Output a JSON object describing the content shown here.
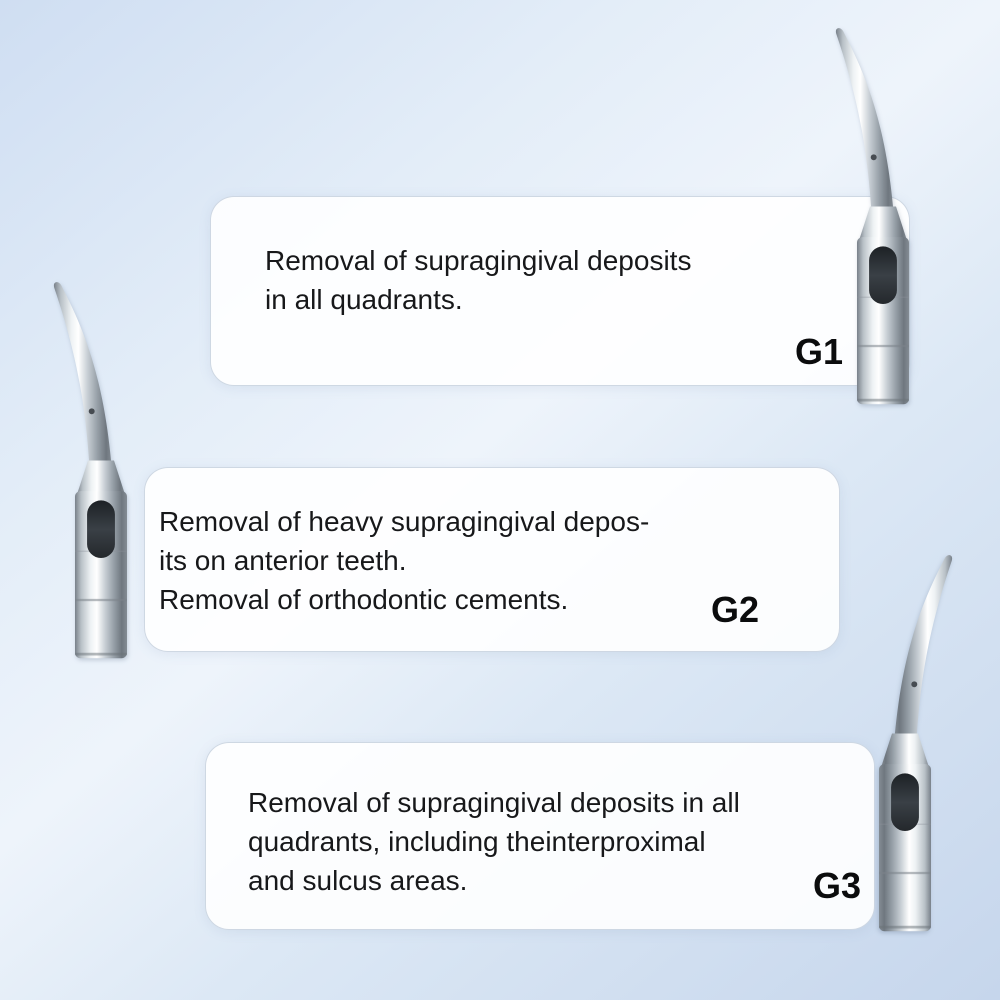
{
  "page": {
    "background_colors": [
      "#cfdef2",
      "#eef4fb",
      "#c6d6ec"
    ],
    "card_background": "#ffffff",
    "text_color": "#17181a",
    "metal_highlight": "#ffffff",
    "metal_shadow": "#6f777f"
  },
  "cards": [
    {
      "label": "G1",
      "lines": [
        "Removal of supragingival deposits",
        "in all quadrants."
      ]
    },
    {
      "label": "G2",
      "lines": [
        "Removal of heavy supragingival depos-",
        "its on anterior teeth.",
        "Removal of orthodontic cements."
      ]
    },
    {
      "label": "G3",
      "lines": [
        "Removal of supragingival deposits in all",
        "quadrants, including theinterproximal",
        "and sulcus areas."
      ]
    }
  ],
  "images": [
    {
      "name": "dental-scaler-tip-g1"
    },
    {
      "name": "dental-scaler-tip-g2"
    },
    {
      "name": "dental-scaler-tip-g3"
    }
  ]
}
